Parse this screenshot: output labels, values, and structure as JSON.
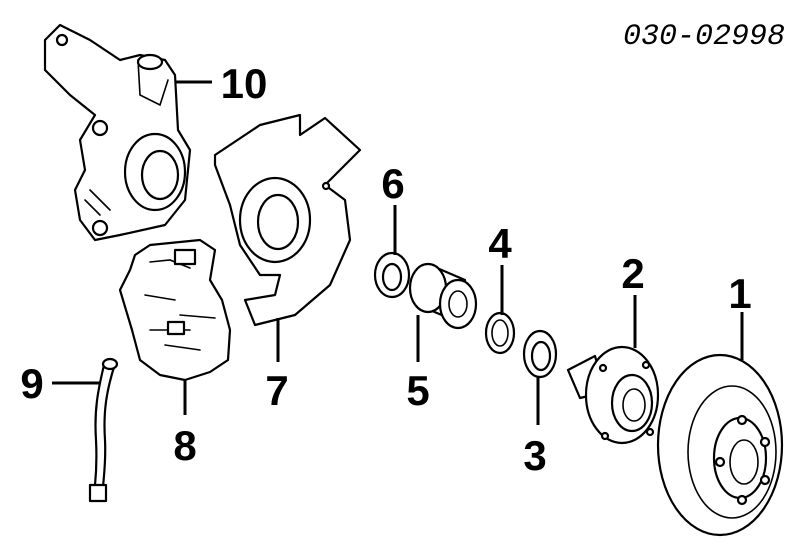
{
  "diagram": {
    "code": "030-02998",
    "callouts": [
      "1",
      "2",
      "3",
      "4",
      "5",
      "6",
      "7",
      "8",
      "9",
      "10"
    ]
  }
}
